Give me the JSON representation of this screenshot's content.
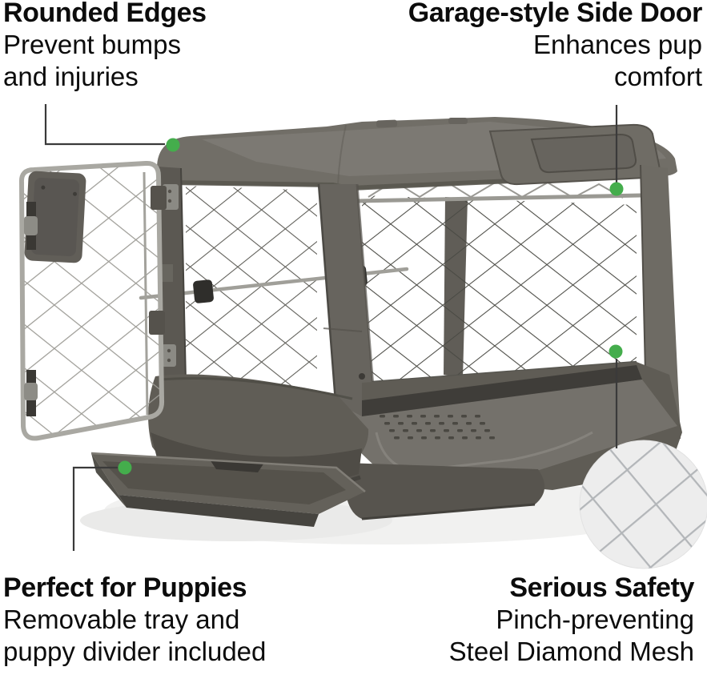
{
  "page": {
    "background_color": "#ffffff"
  },
  "colors": {
    "accent_green": "#44ad4c",
    "connector_line": "#3a3a3a",
    "text": "#0c0c0c",
    "crate_frame": "#716e67",
    "crate_base": "#5f5c55",
    "mesh_wire_light": "#9d9c96",
    "mesh_wire_dark": "#4a4a44",
    "inset_background": "#ededed",
    "inset_mesh_line": "#b3b6b9"
  },
  "callouts": {
    "top_left": {
      "title": "Rounded Edges",
      "body": "Prevent bumps\nand injuries"
    },
    "top_right": {
      "title": "Garage-style Side Door",
      "body": "Enhances pup\ncomfort"
    },
    "bottom_left": {
      "title": "Perfect for Puppies",
      "body": "Removable tray and\npuppy divider included"
    },
    "bottom_right": {
      "title": "Serious Safety",
      "body": "Pinch-preventing\nSteel Diamond Mesh"
    }
  }
}
